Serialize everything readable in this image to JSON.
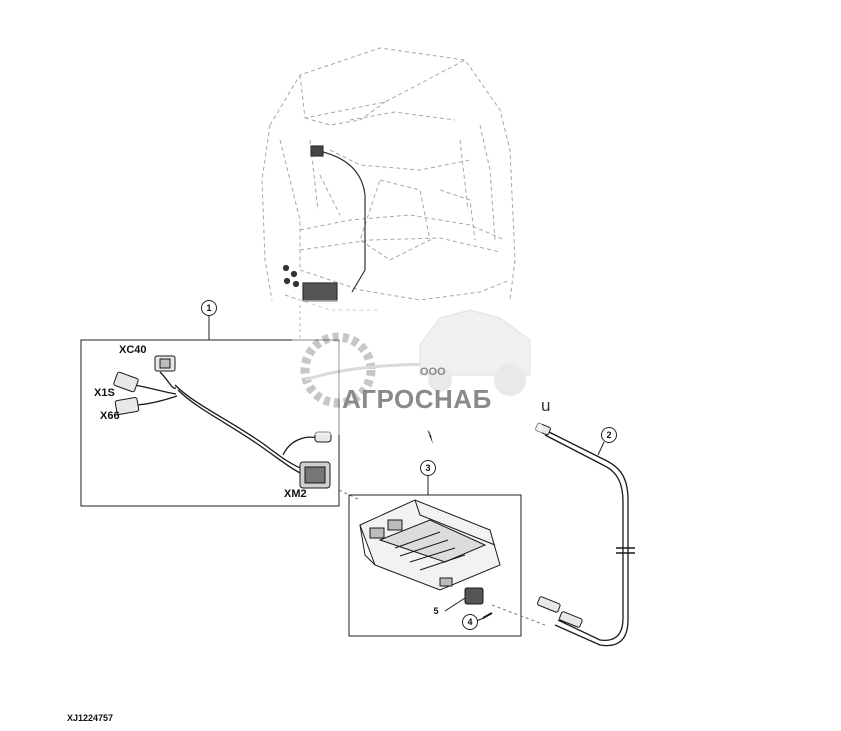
{
  "figure_id": "XJ1224757",
  "connectors": {
    "xc40": "XC40",
    "x1s": "X1S",
    "x66": "X66",
    "xm2": "XM2"
  },
  "callouts": [
    "1",
    "2",
    "3",
    "4",
    "5"
  ],
  "stray_text": "u",
  "watermark": {
    "company_type": "ООО",
    "name": "АГРОСНАБ",
    "color": "#8a8a8a"
  },
  "colors": {
    "line": "#1a1a1a",
    "dashed": "#9a9a9a",
    "background": "#ffffff"
  }
}
